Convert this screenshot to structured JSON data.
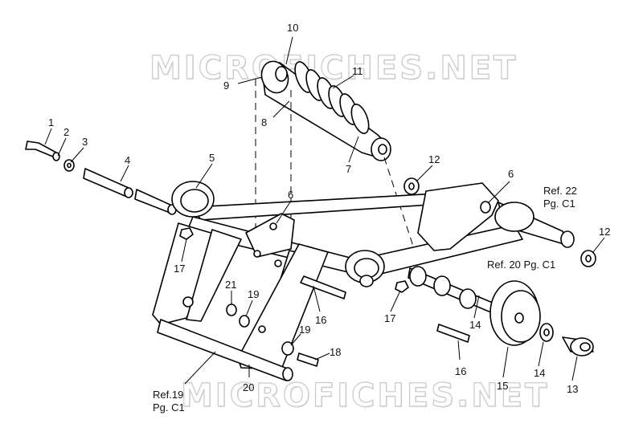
{
  "watermark": {
    "top": "MICROFICHES.NET",
    "bottom": "MICROFICHES.NET"
  },
  "callouts": [
    {
      "id": "c1",
      "text": "1"
    },
    {
      "id": "c2",
      "text": "2"
    },
    {
      "id": "c3",
      "text": "3"
    },
    {
      "id": "c4",
      "text": "4"
    },
    {
      "id": "c5",
      "text": "5"
    },
    {
      "id": "c6a",
      "text": "6"
    },
    {
      "id": "c6b",
      "text": "6"
    },
    {
      "id": "c7",
      "text": "7"
    },
    {
      "id": "c8",
      "text": "8"
    },
    {
      "id": "c9",
      "text": "9"
    },
    {
      "id": "c10",
      "text": "10"
    },
    {
      "id": "c11",
      "text": "11"
    },
    {
      "id": "c12a",
      "text": "12"
    },
    {
      "id": "c12b",
      "text": "12"
    },
    {
      "id": "c13",
      "text": "13"
    },
    {
      "id": "c14a",
      "text": "14"
    },
    {
      "id": "c14b",
      "text": "14"
    },
    {
      "id": "c15",
      "text": "15"
    },
    {
      "id": "c16a",
      "text": "16"
    },
    {
      "id": "c16b",
      "text": "16"
    },
    {
      "id": "c17a",
      "text": "17"
    },
    {
      "id": "c17b",
      "text": "17"
    },
    {
      "id": "c18",
      "text": "18"
    },
    {
      "id": "c19a",
      "text": "19"
    },
    {
      "id": "c19b",
      "text": "19"
    },
    {
      "id": "c20",
      "text": "20"
    },
    {
      "id": "c21",
      "text": "21"
    }
  ],
  "references": {
    "ref22_line1": "Ref. 22",
    "ref22_line2": "Pg. C1",
    "ref20": "Ref. 20 Pg. C1",
    "ref19_line1": "Ref.19",
    "ref19_line2": "Pg. C1"
  }
}
